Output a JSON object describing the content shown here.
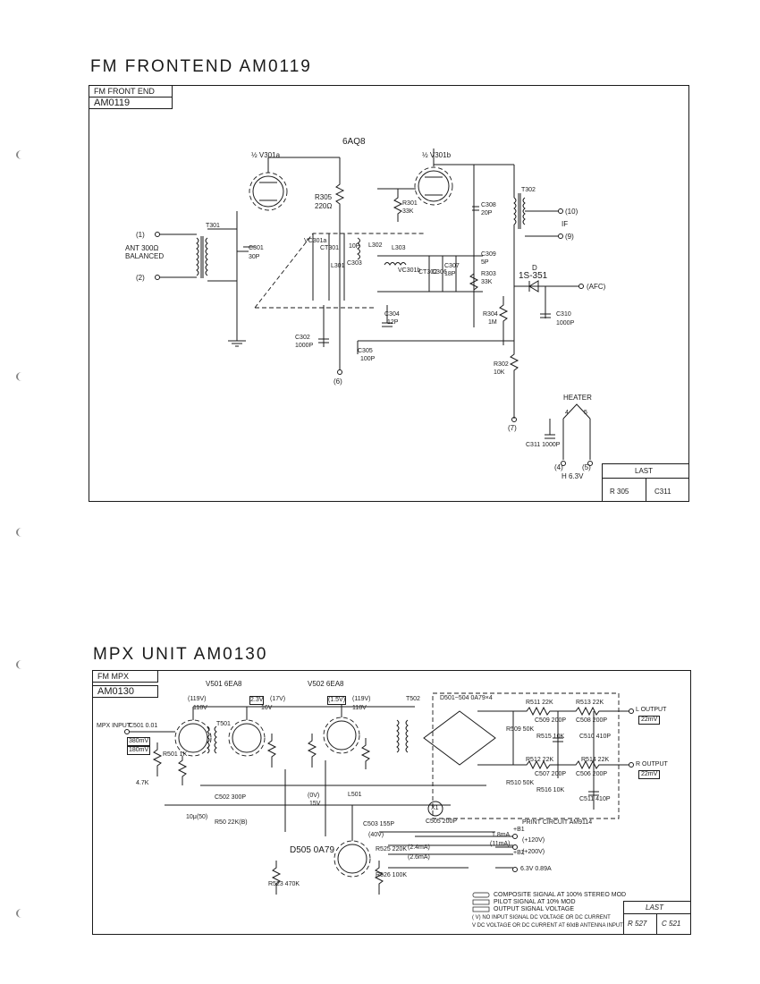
{
  "fm": {
    "heading": "FM FRONTEND AM0119",
    "tag_line1": "FM FRONT END",
    "tag_line2": "AM0119",
    "tube": "6AQ8",
    "v301a": "½ V301a",
    "v301b": "½ V301b",
    "r305": "R305",
    "r305v": "220Ω",
    "r301": "R301",
    "r301v": "33K",
    "t301": "T301",
    "t302": "T302",
    "ant": "ANT 300Ω",
    "balanced": "BALANCED",
    "p1": "(1)",
    "p2": "(2)",
    "c301": "C301",
    "c301v": "30P",
    "c308": "C308",
    "c308v": "20P",
    "c309": "C309",
    "c309v": "5P",
    "vc301a": "VC301a",
    "ct301": "CT301",
    "l301": "L301",
    "c303": "C303",
    "c303v": "10P",
    "l302": "L302",
    "l303": "L303",
    "vc301b": "VC301b",
    "ct302": "CT302",
    "c307": "C307",
    "c307v": "18P",
    "c306": "C306",
    "r303": "R303",
    "r303v": "33K",
    "if": "IF",
    "p10": "(10)",
    "p9": "(9)",
    "d": "D",
    "ds": "1S-351",
    "afc": "(AFC)",
    "c304": "C304",
    "c304v": "12P",
    "r304": "R304",
    "r304v": "1M",
    "c310": "C310",
    "c310v": "1000P",
    "c302": "C302",
    "c302v": "1000P",
    "c305": "C305",
    "c305v": "100P",
    "p6": "(6)",
    "r302": "R302",
    "r302v": "10K",
    "p7": "(7)",
    "heater": "HEATER",
    "h4": "4",
    "h5": "5",
    "c311": "C311 1000P",
    "p4": "(4)",
    "p5": "(5)",
    "h63": "H 6.3V",
    "last": "LAST",
    "last_r": "R 305",
    "last_c": "C311"
  },
  "mpx": {
    "heading": "MPX UNIT AM0130",
    "tag_line1": "FM MPX",
    "tag_line2": "AM0130",
    "v501": "V501 6EA8",
    "v502": "V502 6EA8",
    "mpx_input": "MPX INPUT",
    "c501": "C501 0.01",
    "in1": "380mV",
    "in2": "180mV",
    "r501": "R501 1K",
    "r502": "4.7K",
    "t501": "T501",
    "t502": "T502",
    "v119": "(119V)",
    "v118": "118V",
    "v16": "16V",
    "v23": "2.3V",
    "v17": "(17V)",
    "v1_5": "(1.5V)",
    "v118b": "118V",
    "v119b": "(119V)",
    "d501": "D501~504 0A79×4",
    "r511": "R511 22K",
    "r513": "R513 22K",
    "c509": "C509 200P",
    "c508": "C508 200P",
    "r509": "R509 50K",
    "c510": "C510 410P",
    "r515": "R515 10K",
    "lout": "L OUTPUT",
    "lout_v": "22mV",
    "r512": "R512 22K",
    "r514": "R514 22K",
    "c507": "C507 200P",
    "c506": "C506 200P",
    "r510": "R510 50K",
    "r516": "R516 10K",
    "c511": "C511 410P",
    "rout": "R OUTPUT",
    "rout_v": "22mV",
    "print_circuit": "PRINT CIRCUIT AM9114",
    "c505": "C505 200P",
    "c503": "C503 155P",
    "l501": "L501",
    "c502": "C502 300P",
    "r_52": "10μ(50)",
    "r500": "R50 22K(B)",
    "d505": "D505 0A79",
    "r523": "R523 470K",
    "r525": "R525 220K",
    "r526": "R526 100K",
    "v0": "(0V)",
    "v15": "15V",
    "v40": "(40V)",
    "cur1": "(2.4mA)",
    "cur2": "(2.6mA)",
    "cur3": "1.8mA",
    "cur4": "(11mA)",
    "b1": "+B1",
    "b2": "+B2",
    "v120": "(+120V)",
    "v200": "(+200V)",
    "heater": "6.3V 0.89A",
    "x1": "X1",
    "legend1": "COMPOSITE SIGNAL AT 100% STEREO MOD",
    "legend2": "PILOT SIGNAL AT 10% MOD",
    "legend3": "OUTPUT SIGNAL VOLTAGE",
    "legend4": "( V) NO INPUT SIGNAL DC VOLTAGE OR DC CURRENT",
    "legend5": "V DC VOLTAGE OR DC CURRENT AT 60dB ANTENNA INPUT",
    "last": "LAST",
    "last_r": "R 527",
    "last_c": "C 521"
  }
}
